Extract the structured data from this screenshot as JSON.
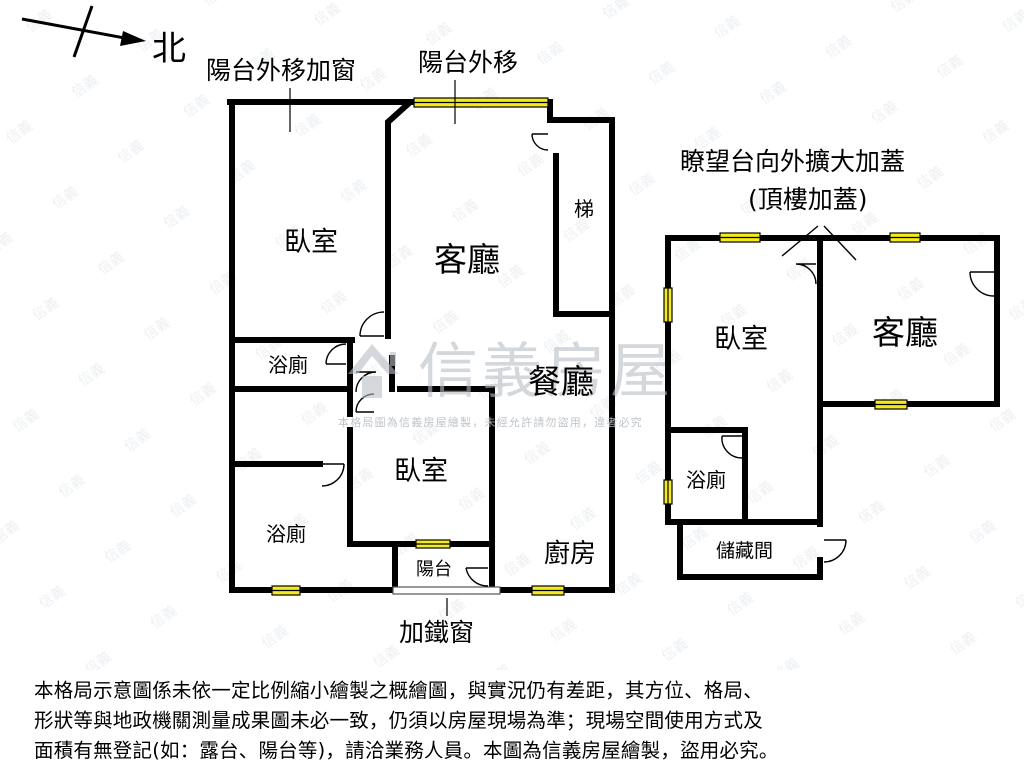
{
  "compass": {
    "north_label": "北"
  },
  "main_plan": {
    "rooms": {
      "bedroom_nw": "臥室",
      "living": "客廳",
      "stairs": "梯",
      "bath_small": "浴廁",
      "dining": "餐廳",
      "bedroom_center": "臥室",
      "bath_large": "浴廁",
      "balcony": "陽台",
      "kitchen": "廚房"
    },
    "annotations": {
      "balcony_moved_window": "陽台外移加窗",
      "balcony_moved": "陽台外移",
      "iron_window": "加鐵窗"
    }
  },
  "rooftop_plan": {
    "annotation_line1": "瞭望台向外擴大加蓋",
    "annotation_line2": "(頂樓加蓋)",
    "rooms": {
      "bedroom": "臥室",
      "living": "客廳",
      "bath": "浴廁",
      "storage": "儲藏間"
    }
  },
  "watermark": {
    "brand": "信義房屋",
    "notice": "本格局圖為信義房屋繪製，未經允許請勿盜用，違者必究"
  },
  "disclaimer": [
    "本格局示意圖係未依一定比例縮小繪製之概繪圖，與實況仍有差距，其方位、格局、",
    "形狀等與地政機關測量成果圖未必一致，仍須以房屋現場為準；現場空間使用方式及",
    "面積有無登記(如：露台、陽台等)，請洽業務人員。本圖為信義房屋繪製，盜用必究。"
  ],
  "colors": {
    "wall": "#000000",
    "window_fill": "#f5ea1c",
    "watermark": "#b9bec4"
  }
}
